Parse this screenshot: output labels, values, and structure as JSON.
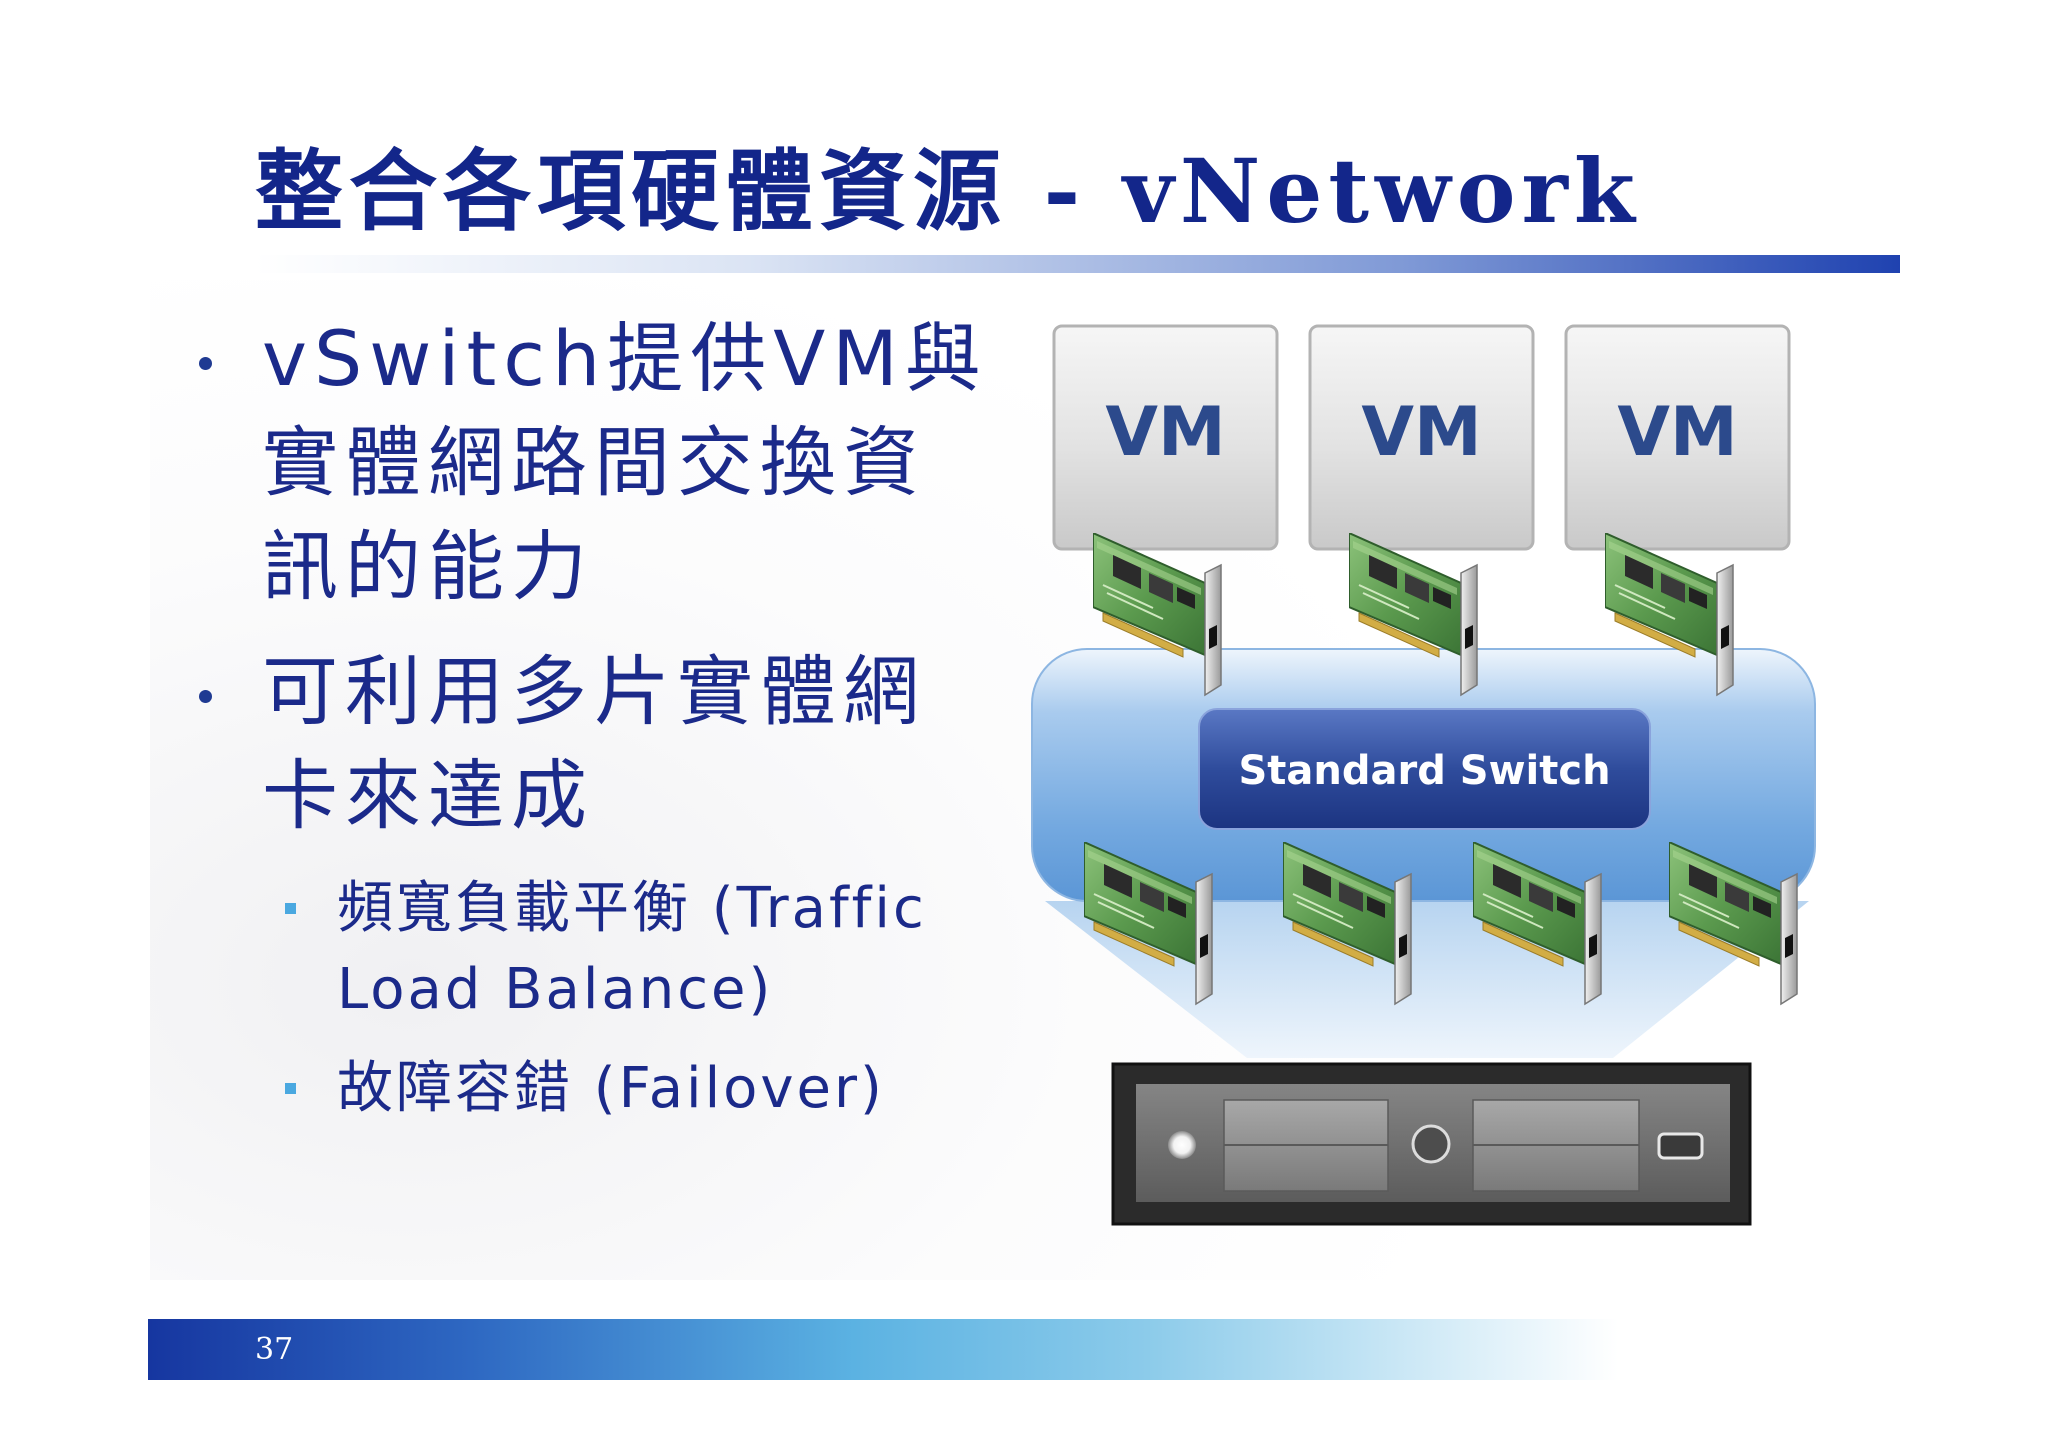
{
  "slide": {
    "title": "整合各項硬體資源 - vNetwork",
    "page_number": "37",
    "bullets": [
      {
        "lines": [
          "vSwitch提供VM與",
          "實體網路間交換資",
          "訊的能力"
        ]
      },
      {
        "lines": [
          "可利用多片實體網",
          "卡來達成"
        ],
        "sub_bullets": [
          {
            "lines": [
              "頻寬負載平衡 (Traffic",
              "Load Balance)"
            ]
          },
          {
            "lines": [
              "故障容錯 (Failover)"
            ]
          }
        ]
      }
    ]
  },
  "diagram": {
    "vms": [
      "VM",
      "VM",
      "VM"
    ],
    "switch_label": "Standard Switch",
    "icons": [
      "network-card-icon",
      "server-icon"
    ]
  },
  "colors": {
    "title": "#13268a",
    "body_text": "#1b2a8a",
    "accent_blue": "#1f42b0",
    "sub_bullet_marker": "#4aa8e0",
    "switch_button": "#1c3481",
    "vm_label": "#2c4a8c"
  }
}
